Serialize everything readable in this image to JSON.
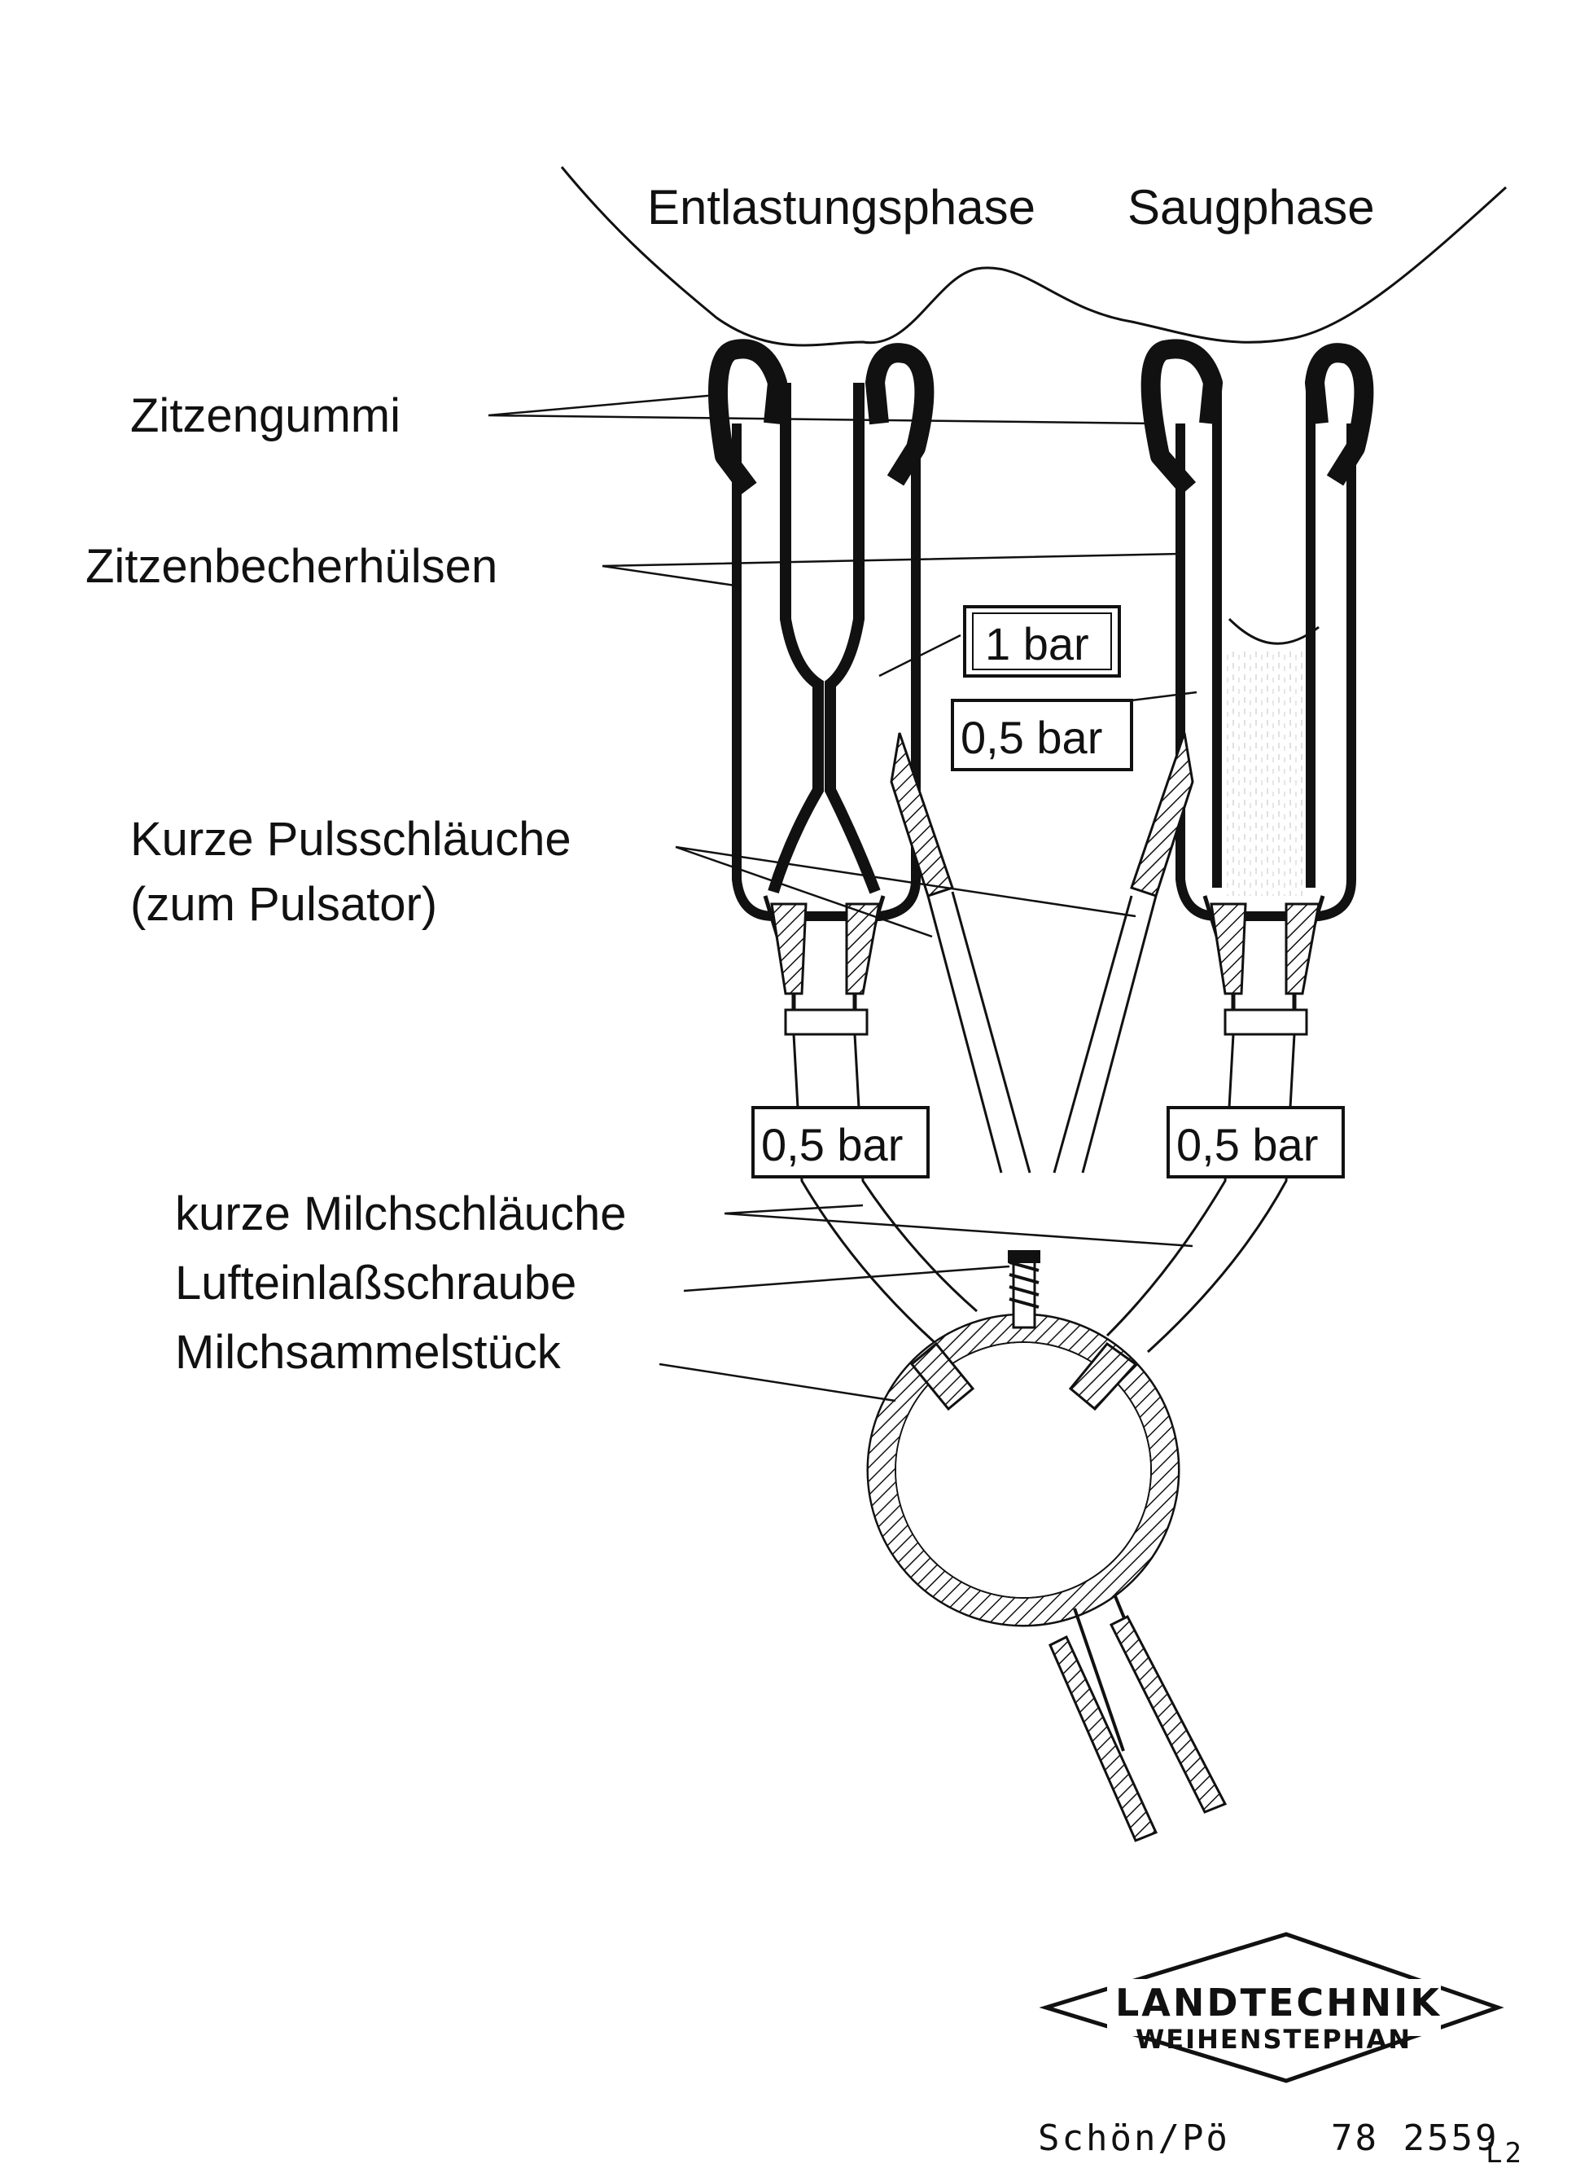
{
  "phases": {
    "left": "Entlastungsphase",
    "right": "Saugphase"
  },
  "labels": {
    "zitzengummi": "Zitzengummi",
    "zitzenbecherhuelsen": "Zitzenbecherhülsen",
    "pulsschlaeuche_1": "Kurze Pulsschläuche",
    "pulsschlaeuche_2": "(zum Pulsator)",
    "milchschlaeuche": "kurze Milchschläuche",
    "lufteinlass": "Lufteinlaßschraube",
    "milchsammelstueck": "Milchsammelstück"
  },
  "pressures": {
    "pulse_high": "1 bar",
    "pulse_low": "0,5 bar",
    "milk_left": "0,5 bar",
    "milk_right": "0,5 bar"
  },
  "stamp": {
    "line1": "LANDTECHNIK",
    "line2": "WEIHENSTEPHAN"
  },
  "footer": {
    "author": "Schön/Pö",
    "number": "78 2559",
    "suffix": "L2"
  }
}
